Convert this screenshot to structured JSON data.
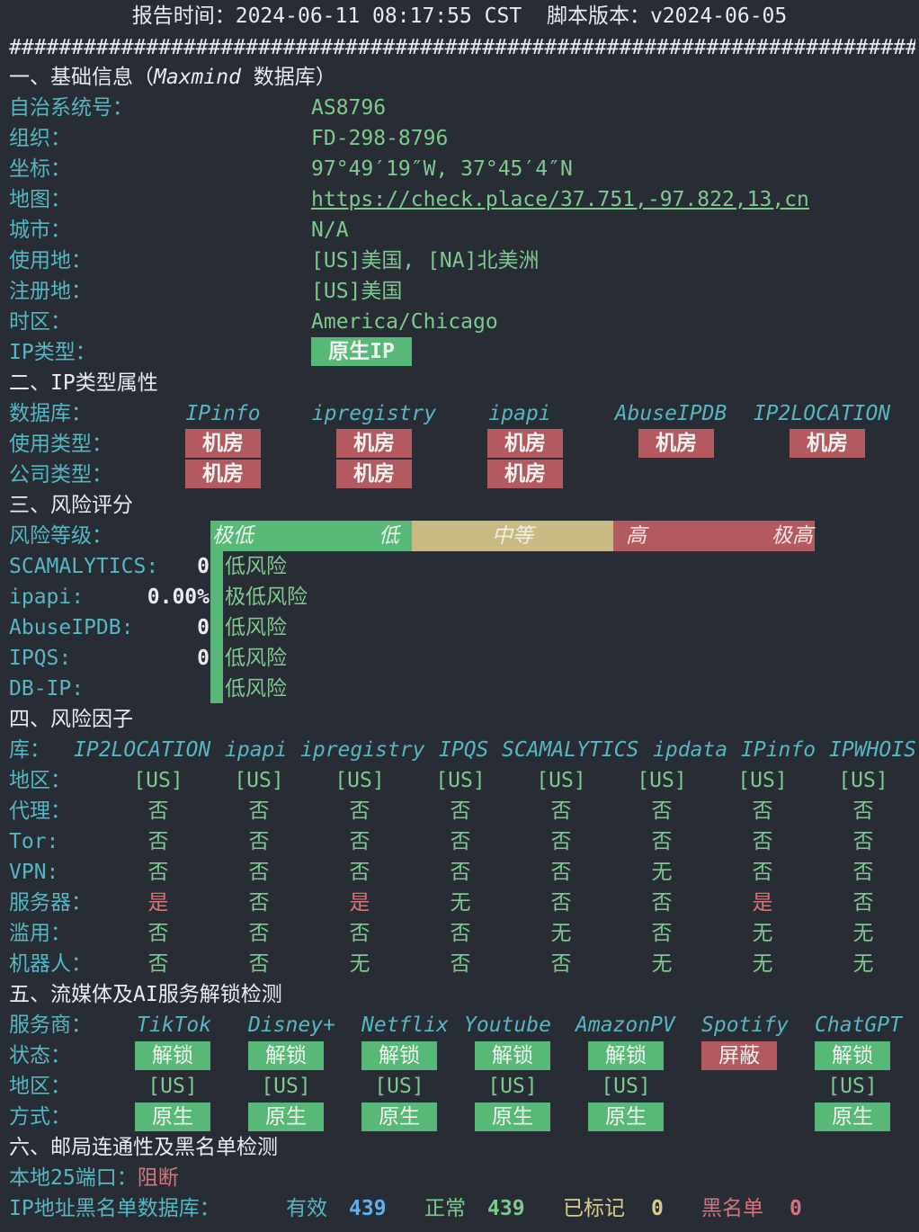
{
  "header": {
    "time_label": "报告时间：",
    "time": "2024-06-11 08:17:55 CST",
    "version_label": "脚本版本：",
    "version": "v2024-06-05",
    "separator": "########################################################################################"
  },
  "basic": {
    "title": "一、基础信息（",
    "title_db": "Maxmind",
    "title_end": " 数据库）",
    "asn_label": "自治系统号：",
    "asn": "AS8796",
    "org_label": "组织：",
    "org": "FD-298-8796",
    "coord_label": "坐标：",
    "coord": "97°49′19″W, 37°45′4″N",
    "map_label": "地图：",
    "map": "https://check.place/37.751,-97.822,13,cn",
    "city_label": "城市：",
    "city": "N/A",
    "use_label": "使用地：",
    "use": "[US]美国, [NA]北美洲",
    "reg_label": "注册地：",
    "reg": "[US]美国",
    "tz_label": "时区：",
    "tz": "America/Chicago",
    "iptype_label": "IP类型：",
    "iptype": "原生IP"
  },
  "attrs": {
    "title": "二、IP类型属性",
    "db_label": "数据库：",
    "usage_label": "使用类型：",
    "company_label": "公司类型：",
    "dbs": [
      "IPinfo",
      "ipregistry",
      "ipapi",
      "AbuseIPDB",
      "IP2LOCATION"
    ],
    "usage": [
      "机房",
      "机房",
      "机房",
      "机房",
      "机房"
    ],
    "company": [
      "机房",
      "机房",
      "机房"
    ]
  },
  "risk": {
    "title": "三、风险评分",
    "level_label": "风险等级：",
    "levels": [
      "极低",
      "低",
      "中等",
      "高",
      "极高"
    ],
    "rows": [
      {
        "name": "SCAMALYTICS:",
        "score": "0",
        "level": "低风险"
      },
      {
        "name": "ipapi:",
        "score": "0.00%",
        "level": "极低风险"
      },
      {
        "name": "AbuseIPDB:",
        "score": "0",
        "level": "低风险"
      },
      {
        "name": "IPQS:",
        "score": "0",
        "level": "低风险"
      },
      {
        "name": "DB-IP:",
        "score": "",
        "level": "低风险"
      }
    ],
    "score_fraction": 0.0,
    "colors": {
      "low": "#58b878",
      "mid": "#c9b983",
      "high": "#b35a61"
    }
  },
  "factors": {
    "title": "四、风险因子",
    "lib_label": "库：",
    "libs": [
      "IP2LOCATION",
      "ipapi",
      "ipregistry",
      "IPQS",
      "SCAMALYTICS",
      "ipdata",
      "IPinfo",
      "IPWHOIS"
    ],
    "rows": [
      {
        "label": "地区：",
        "values": [
          "[US]",
          "[US]",
          "[US]",
          "[US]",
          "[US]",
          "[US]",
          "[US]",
          "[US]"
        ]
      },
      {
        "label": "代理：",
        "values": [
          "否",
          "否",
          "否",
          "否",
          "否",
          "否",
          "否",
          "否"
        ]
      },
      {
        "label": "Tor:",
        "values": [
          "否",
          "否",
          "否",
          "否",
          "否",
          "否",
          "否",
          "否"
        ]
      },
      {
        "label": "VPN:",
        "values": [
          "否",
          "否",
          "否",
          "否",
          "否",
          "无",
          "否",
          "否"
        ]
      },
      {
        "label": "服务器：",
        "values": [
          "是",
          "否",
          "是",
          "无",
          "否",
          "否",
          "是",
          "否"
        ]
      },
      {
        "label": "滥用：",
        "values": [
          "否",
          "否",
          "否",
          "否",
          "无",
          "否",
          "无",
          "无"
        ]
      },
      {
        "label": "机器人：",
        "values": [
          "否",
          "否",
          "无",
          "否",
          "否",
          "无",
          "无",
          "无"
        ]
      }
    ]
  },
  "streaming": {
    "title": "五、流媒体及AI服务解锁检测",
    "provider_label": "服务商：",
    "status_label": "状态：",
    "region_label": "地区：",
    "method_label": "方式：",
    "services": [
      {
        "name": "TikTok",
        "status": "解锁",
        "region": "[US]",
        "method": "原生"
      },
      {
        "name": "Disney+",
        "status": "解锁",
        "region": "[US]",
        "method": "原生"
      },
      {
        "name": "Netflix",
        "status": "解锁",
        "region": "[US]",
        "method": "原生"
      },
      {
        "name": "Youtube",
        "status": "解锁",
        "region": "[US]",
        "method": "原生"
      },
      {
        "name": "AmazonPV",
        "status": "解锁",
        "region": "[US]",
        "method": "原生"
      },
      {
        "name": "Spotify",
        "status": "屏蔽",
        "region": "",
        "method": ""
      },
      {
        "name": "ChatGPT",
        "status": "解锁",
        "region": "[US]",
        "method": "原生"
      }
    ]
  },
  "mail": {
    "title": "六、邮局连通性及黑名单检测",
    "port_label": "本地25端口：",
    "port_status": "阻断",
    "db_label": "IP地址黑名单数据库：",
    "valid_label": "有效",
    "valid": "439",
    "normal_label": "正常",
    "normal": "439",
    "marked_label": "已标记",
    "marked": "0",
    "black_label": "黑名单",
    "black": "0"
  }
}
